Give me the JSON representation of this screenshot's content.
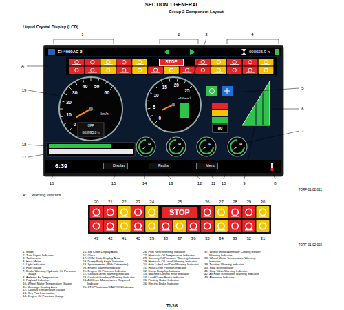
{
  "diagram": {
    "title": "SECTION 1 GENERAL",
    "nodes": [
      {
        "text": [
          "STOP"
        ]
      },
      {
        "text": [
          "STOP"
        ]
      },
      {
        "text": [
          "Display"
        ]
      },
      {
        "text": [
          "Faults"
        ]
      },
      {
        "text": [
          "Menu"
        ]
      }
    ],
    "labels": [
      "Group 2 Component Layout",
      "Liquid Crystal Display (LCD)",
      "EH4000AC-3",
      "000025.9 h",
      "60",
      "50",
      "40",
      "30",
      "20",
      "10",
      "0",
      "km/h",
      "OFF",
      "003995.0 h",
      "15",
      "20",
      "25",
      "10",
      "5",
      "0",
      "×100min⁻¹",
      "80",
      "H",
      "H",
      "H",
      "H",
      "6:39",
      "1",
      "2",
      "3",
      "4",
      "A",
      "19",
      "18",
      "17",
      "5",
      "6",
      "7",
      "16",
      "15",
      "14",
      "13",
      "12",
      "11",
      "10",
      "9",
      "8",
      "TORF-01-02-021",
      "A:",
      "Warning Indicator",
      "20",
      "21",
      "22",
      "23",
      "24",
      "25",
      "26",
      "27",
      "28",
      "29",
      "30",
      "43",
      "42",
      "41",
      "40",
      "39",
      "38",
      "37",
      "36",
      "35",
      "34",
      "33",
      "32",
      "31",
      "TORF-01-02-022",
      "1- Model",
      "2- Turn Signal Indicator",
      "3- Tachometer",
      "4- Hour Meter",
      "5- Light Indicator",
      "6- Fuel Gauge",
      "7- Brake Warning Hydraulic Oil Pressure Gauge",
      "8- Ambient Air Temperature",
      "9- Payload Indicator",
      "10- Wheel Motor Temperature Gauge",
      "11- Message Display Area",
      "12- Coolant Temperature Gauge",
      "13- Key Pad Information",
      "14- Engine Oil Pressure Gauge",
      "15- SM Code Display Area",
      "16- Clock",
      "17- HOM Code Display Area",
      "18- Dump Body Angle Indicator",
      "19- Speedometer (With Odometer)",
      "20- Engine Warning Indicator",
      "21- Engine Oil Pressure Indicator",
      "22- Coolant Level Warning Indicator",
      "23- Coolant Overheat Warning Indicator",
      "24- AC Drive Maintenance Required Indicator",
      "25- STOP Indicator/CAUTION Indicator",
      "26- Fuel Refill Warning Indicator",
      "27- Hydraulic Oil Temperature Indicator",
      "28- Steering Oil Pressure Warning Indicator",
      "29- Hydraulic Oil Level Warning Indicator",
      "30- Auto Lube Low/Zero Warning Indicator",
      "31- Hoist Lever Position Indicator",
      "32- Dump Body Up Indicator",
      "33- Machine Control Error Indicator",
      "34- Load/Dump Brake Indicator",
      "35- Parking Brake Indicator",
      "36- Electric Brake Indicator",
      "37- Wheel Motor/Alternator Cooling Blower Warning Indicator",
      "38- Wheel Motor Temperature Warning Indicator",
      "39- Traction Warning Indicator",
      "40- Seat Belt Indicator",
      "41- Stop Valve Warning Indicator",
      "42- Air Filter Restriction Warning Indicator",
      "43- Alternator Indicator",
      "T1-2-6"
    ]
  }
}
